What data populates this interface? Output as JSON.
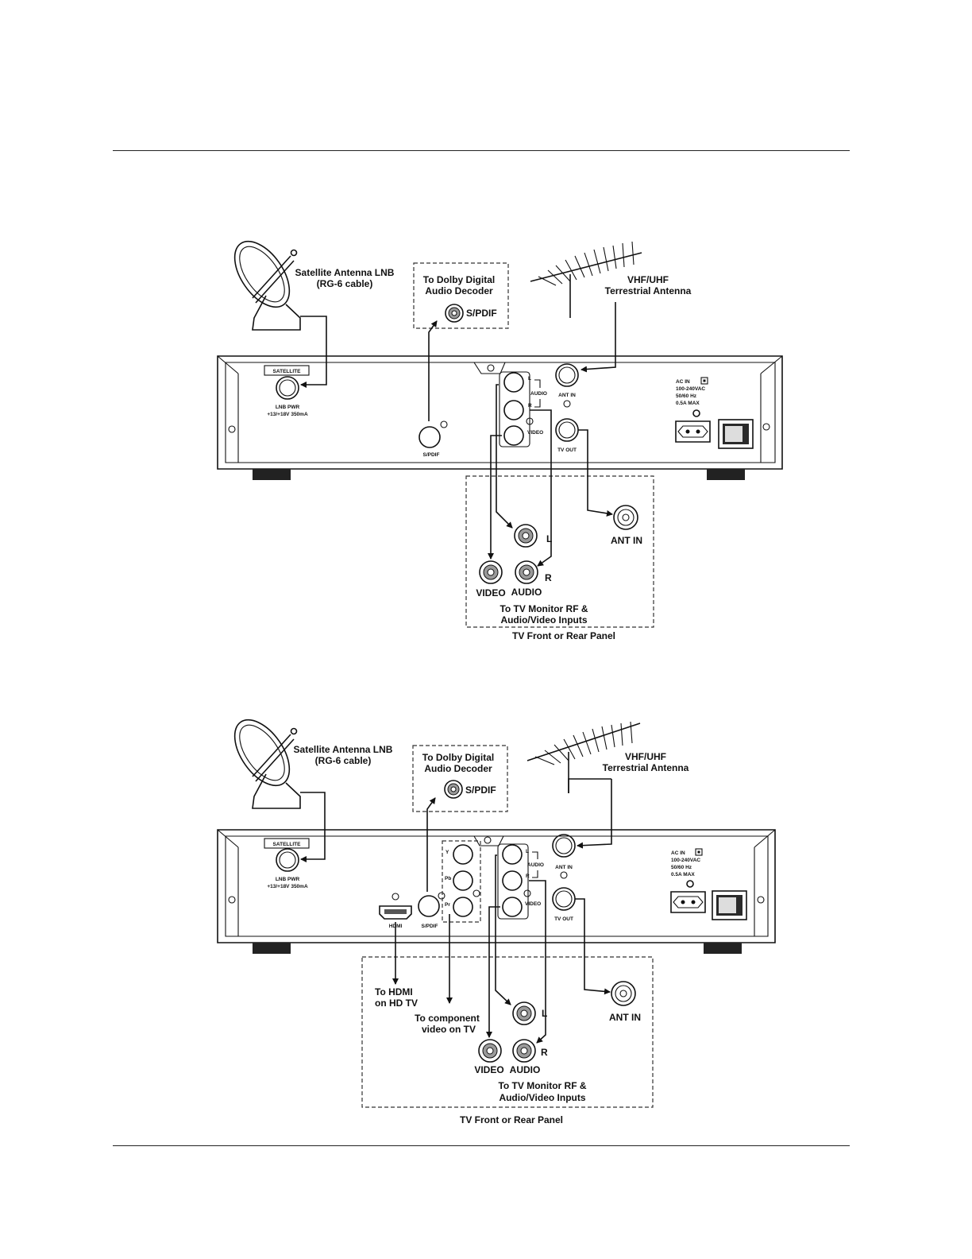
{
  "diagram_top": {
    "satellite_label_line1": "Satellite Antenna LNB",
    "satellite_label_line2": "(RG-6 cable)",
    "dolby_line1": "To Dolby Digital",
    "dolby_line2": "Audio  Decoder",
    "spdif_out_label": "S/PDIF",
    "terrestrial_line1": "VHF/UHF",
    "terrestrial_line2": "Terrestrial Antenna",
    "panel_satellite": "SATELLITE",
    "panel_lnb_pwr": "LNB PWR",
    "panel_lnb_spec": "+13/+18V 350mA",
    "panel_spdif": "S/PDIF",
    "panel_l": "L",
    "panel_r": "R",
    "panel_audio": "AUDIO",
    "panel_video": "VIDEO",
    "panel_ant_in": "ANT IN",
    "panel_tv_out": "TV OUT",
    "panel_ac_in": "AC IN",
    "panel_ac_v": "100-240VAC",
    "panel_ac_hz": "50/60 Hz",
    "panel_ac_a": "0.5A MAX",
    "tv_l": "L",
    "tv_r": "R",
    "tv_video": "VIDEO",
    "tv_audio": "AUDIO",
    "tv_ant_in": "ANT IN",
    "tv_inputs_line1": "To TV Monitor RF &",
    "tv_inputs_line2": "Audio/Video Inputs",
    "tv_panel_caption": "TV Front or Rear Panel"
  },
  "diagram_bottom": {
    "satellite_label_line1": "Satellite Antenna LNB",
    "satellite_label_line2": "(RG-6 cable)",
    "dolby_line1": "To Dolby Digital",
    "dolby_line2": "Audio  Decoder",
    "spdif_out_label": "S/PDIF",
    "terrestrial_line1": "VHF/UHF",
    "terrestrial_line2": "Terrestrial Antenna",
    "panel_satellite": "SATELLITE",
    "panel_lnb_pwr": "LNB PWR",
    "panel_lnb_spec": "+13/+18V 350mA",
    "panel_hdmi": "HDMI",
    "panel_spdif": "S/PDIF",
    "panel_y": "Y",
    "panel_pb": "Pb",
    "panel_pr": "Pr",
    "panel_l": "L",
    "panel_r": "R",
    "panel_audio": "AUDIO",
    "panel_video": "VIDEO",
    "panel_ant_in": "ANT IN",
    "panel_tv_out": "TV OUT",
    "panel_ac_in": "AC IN",
    "panel_ac_v": "100-240VAC",
    "panel_ac_hz": "50/60 Hz",
    "panel_ac_a": "0.5A MAX",
    "hdmi_dest_line1": "To HDMI",
    "hdmi_dest_line2": "on HD TV",
    "component_dest_line1": "To component",
    "component_dest_line2": "video on TV",
    "tv_l": "L",
    "tv_r": "R",
    "tv_video": "VIDEO",
    "tv_audio": "AUDIO",
    "tv_ant_in": "ANT IN",
    "tv_inputs_line1": "To TV Monitor RF &",
    "tv_inputs_line2": "Audio/Video Inputs",
    "tv_panel_caption": "TV Front or Rear Panel"
  }
}
